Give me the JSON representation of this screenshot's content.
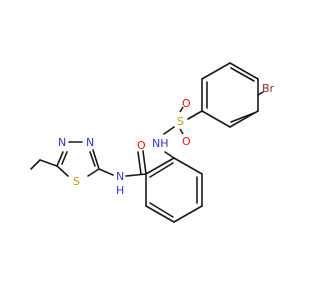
{
  "colors": {
    "bond": "#1a1a1a",
    "nitrogen": "#3030f0",
    "oxygen": "#ff0d0d",
    "sulfur": "#c8a000",
    "bromine": "#a62929",
    "background": "#ffffff"
  },
  "labels": {
    "bromine": "Br",
    "sulfonyl_sulfur": "S",
    "sulfonyl_oxygen_top": "O",
    "sulfonyl_oxygen_bottom": "O",
    "sulfonamide_nh": "NH",
    "carbonyl_oxygen": "O",
    "amide_n": "N",
    "amide_h": "H",
    "thiadiazole_n_left": "N",
    "thiadiazole_n_right": "N",
    "thiadiazole_s": "S"
  }
}
